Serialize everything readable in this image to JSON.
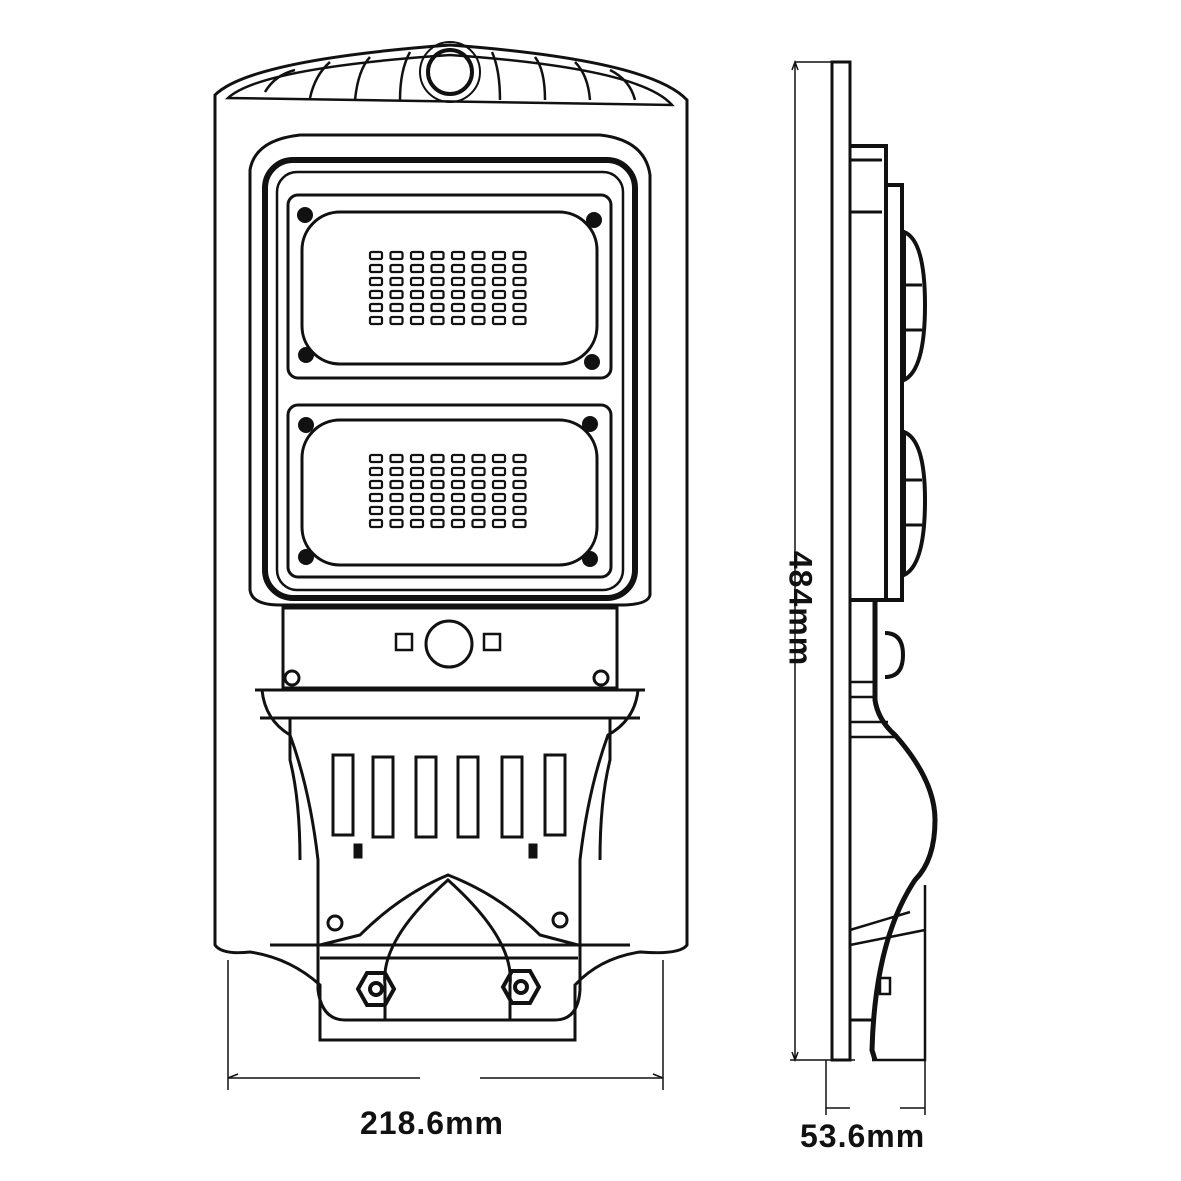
{
  "dimensions": {
    "width": "218.6mm",
    "height": "484mm",
    "depth": "53.6mm"
  },
  "led_grid": {
    "columns": 8,
    "rows": 6
  },
  "colors": {
    "line": "#111111",
    "background": "#ffffff"
  }
}
